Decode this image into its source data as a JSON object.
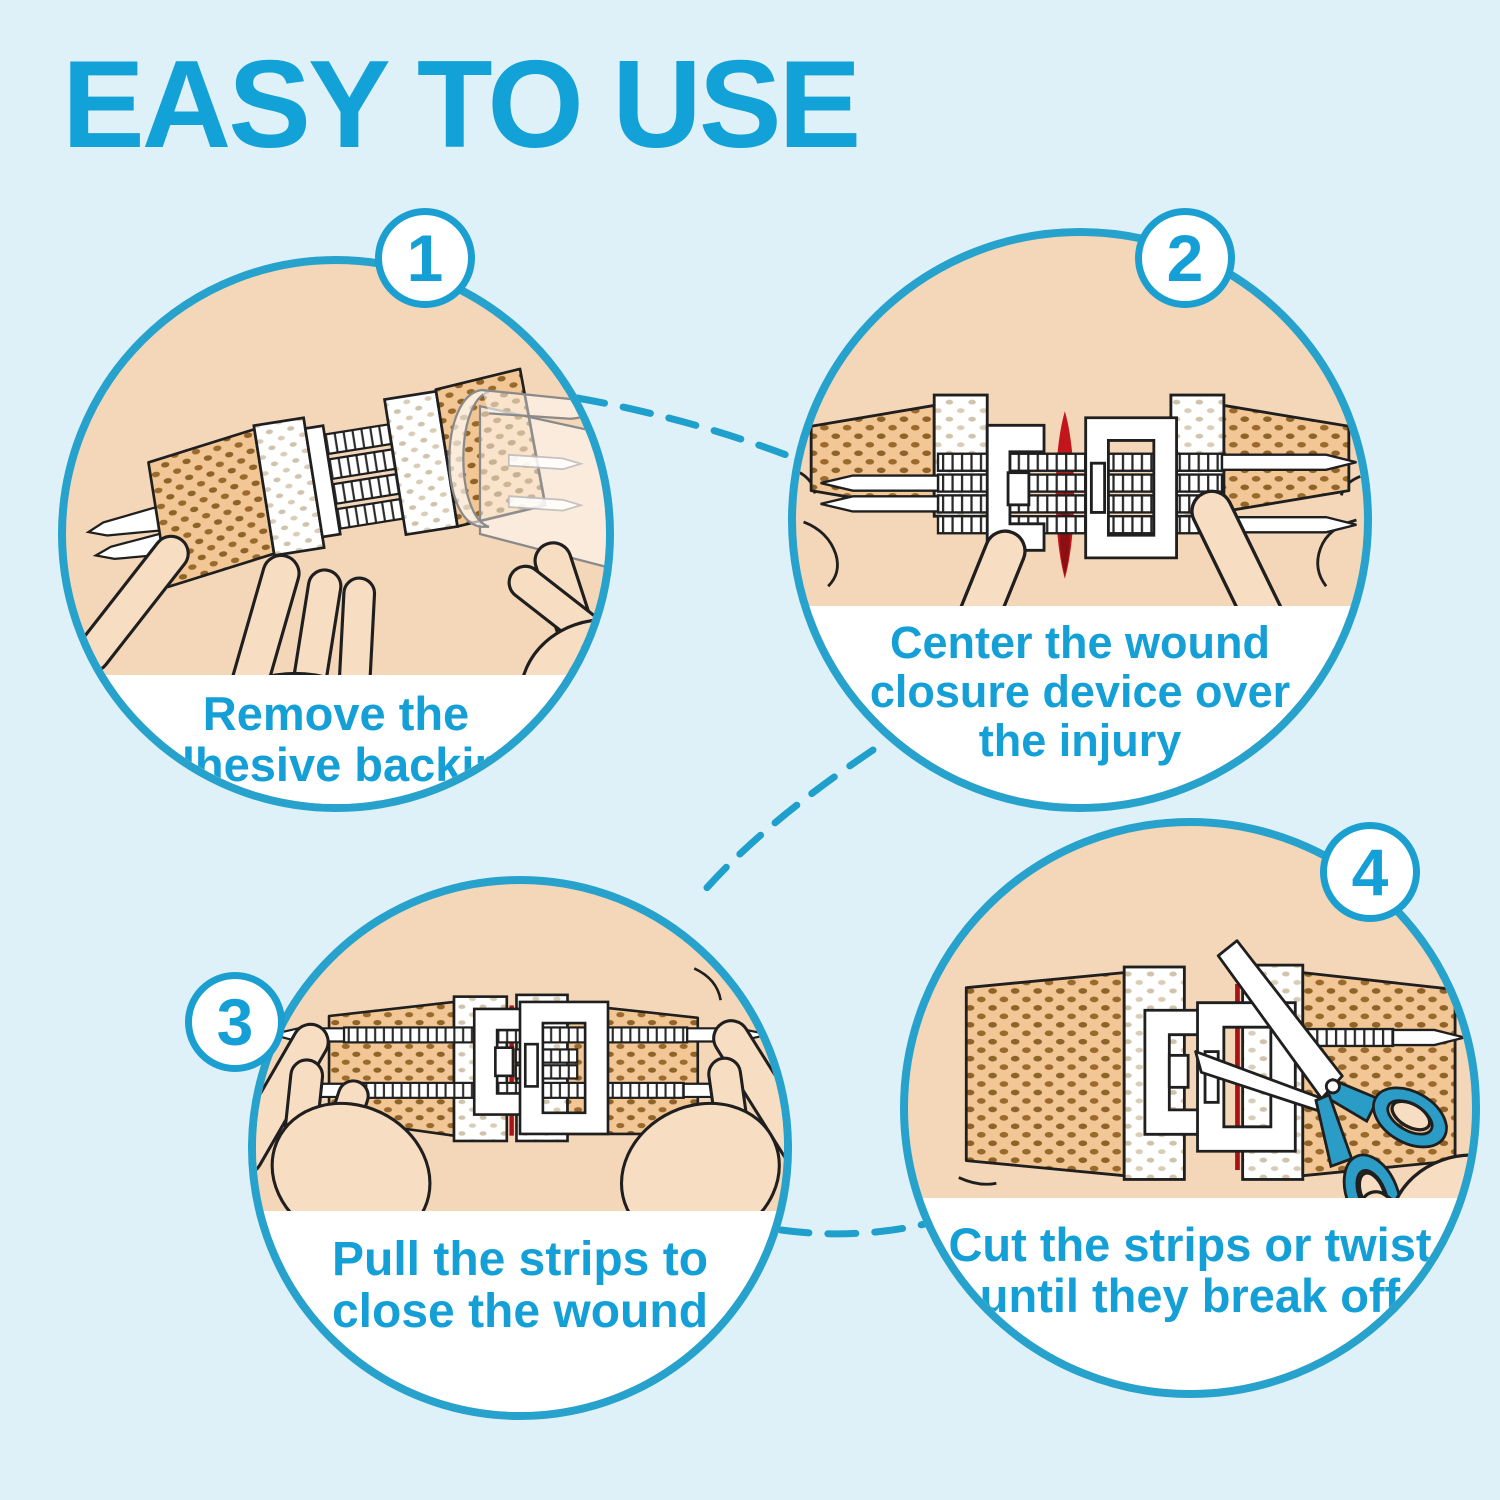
{
  "title": "EASY TO USE",
  "colors": {
    "accent_blue": "#14a0d6",
    "circle_border_blue": "#26a2cc",
    "background_light_blue": "#dff1f8",
    "skin_tone": "#f4d7b8",
    "bandage_tan": "#f2c795",
    "bandage_dot_brown": "#9a6a2c",
    "wound_red": "#c3161c",
    "scissors_blue": "#2b9cc6"
  },
  "steps": [
    {
      "number": "1",
      "caption_lines": [
        "Remove the",
        "adhesive backing"
      ],
      "illustration": "peel-adhesive-backing"
    },
    {
      "number": "2",
      "caption_lines": [
        "Center the wound",
        "closure device over",
        "the injury"
      ],
      "illustration": "center-device-over-injury"
    },
    {
      "number": "3",
      "caption_lines": [
        "Pull the strips to",
        "close the wound"
      ],
      "illustration": "pull-strips-close-wound"
    },
    {
      "number": "4",
      "caption_lines": [
        "Cut the strips or twist",
        "until they break off"
      ],
      "illustration": "cut-or-twist-strips"
    }
  ]
}
